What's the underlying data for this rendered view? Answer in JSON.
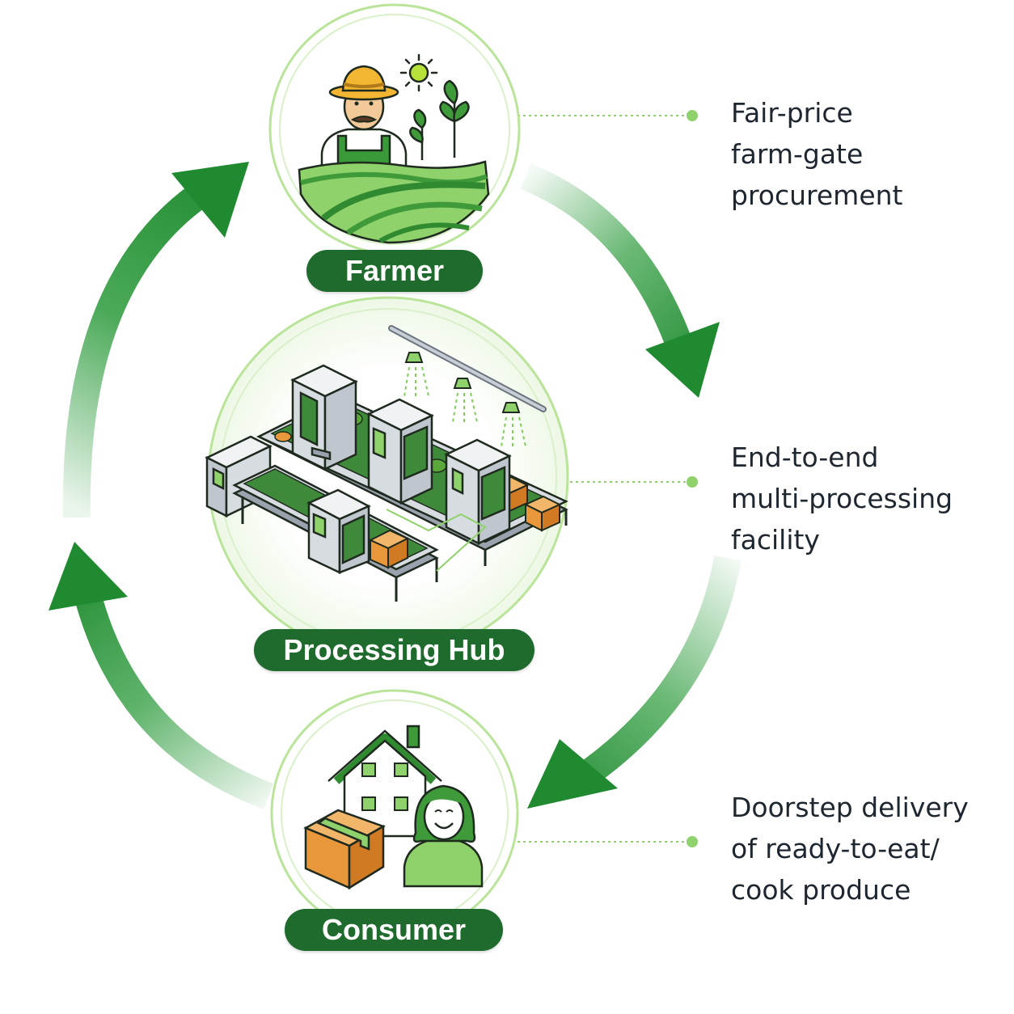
{
  "nodes": [
    {
      "id": "farmer",
      "label": "Farmer",
      "description_lines": [
        "Fair-price",
        "farm-gate",
        "procurement"
      ]
    },
    {
      "id": "processing-hub",
      "label": "Processing Hub",
      "description_lines": [
        "End-to-end",
        "multi-processing",
        "facility"
      ]
    },
    {
      "id": "consumer",
      "label": "Consumer",
      "description_lines": [
        "Doorstep delivery",
        "of ready-to-eat/",
        "cook produce"
      ]
    }
  ],
  "icons": {
    "farmer": "farmer-icon",
    "processing_hub": "processing-line-icon",
    "consumer": "home-delivery-icon"
  },
  "colors": {
    "dark_green": "#1f6b2e",
    "arrow_green": "#2a9a3a",
    "light_green": "#8fd16a",
    "box_orange": "#e8973a",
    "text": "#1e2630"
  }
}
